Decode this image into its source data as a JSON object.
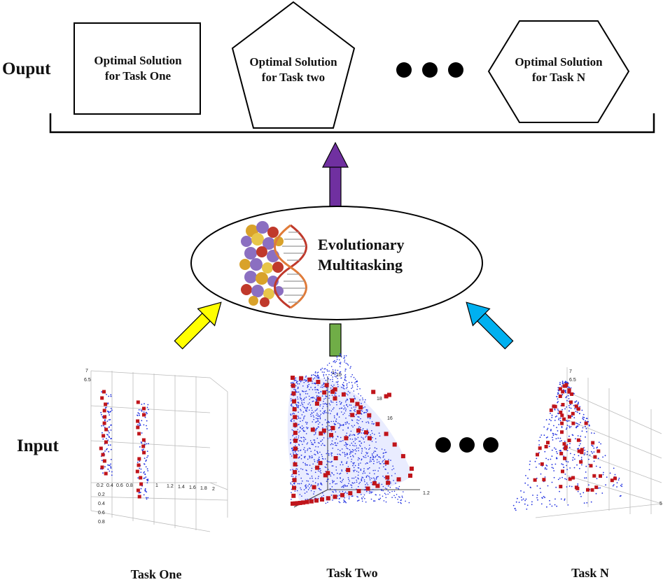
{
  "output": {
    "label": "Ouput",
    "shapes": [
      {
        "text_line1": "Optimal Solution",
        "text_line2": "for Task One"
      },
      {
        "text_line1": "Optimal Solution",
        "text_line2": "for Task two"
      },
      {
        "text_line1": "Optimal Solution",
        "text_line2": "for Task N"
      }
    ]
  },
  "center": {
    "line1": "Evolutionary",
    "line2": "Multitasking"
  },
  "input": {
    "label": "Input",
    "tasks": [
      {
        "label": "Task One"
      },
      {
        "label": "Task Two"
      },
      {
        "label": "Task N"
      }
    ]
  },
  "colors": {
    "arrow_up": "#7030a0",
    "arrow_left": "#ffff00",
    "arrow_middle": "#70ad47",
    "arrow_right": "#00b0f0",
    "plot_points": "#1f2fe0",
    "plot_markers": "#c0151b"
  },
  "plot_tick_labels": {
    "task_one": [
      "7",
      "6.5",
      "0.2",
      "0.4",
      "0.6",
      "0.8",
      "1",
      "1.2",
      "1.4",
      "1.6",
      "1.8",
      "2",
      "0.2",
      "0.4",
      "0.6",
      "0.8"
    ],
    "task_two": [
      "1",
      "10",
      "18",
      "16",
      "1.2"
    ],
    "task_n": [
      "7",
      "6.5",
      "5"
    ]
  }
}
